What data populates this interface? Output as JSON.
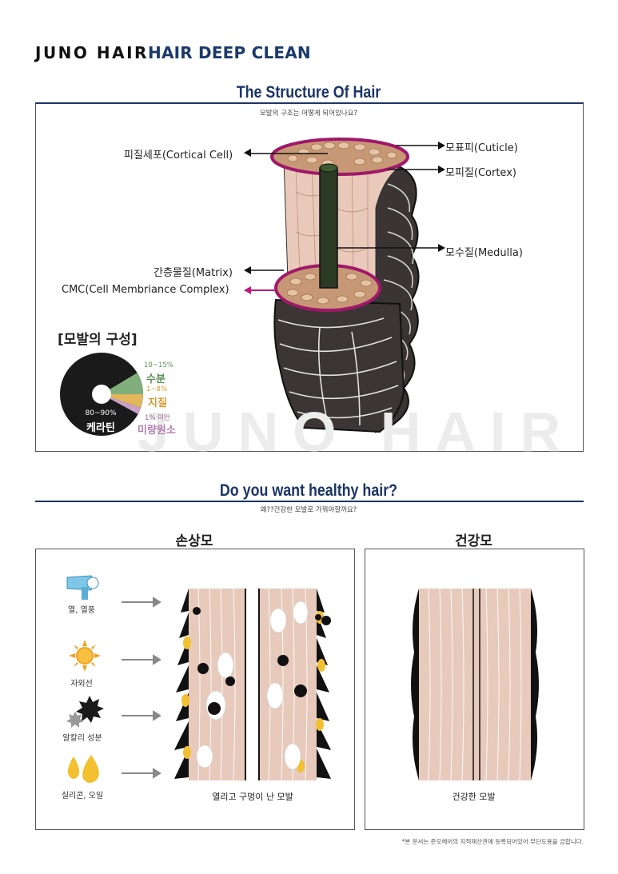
{
  "header": {
    "brand": "JUNO HAIR",
    "subtitle": "HAIR DEEP CLEAN"
  },
  "structure": {
    "title": "The Structure Of Hair",
    "subtitle": "모발의 구조는 어떻게 되어있나요?",
    "labels": {
      "cortical_cell": "피질세포(Cortical Cell)",
      "cuticle": "모표피(Cuticle)",
      "cortex": "모피질(Cortex)",
      "medulla": "모수질(Medulla)",
      "matrix": "간층물질(Matrix)",
      "cmc": "CMC(Cell Membriance Complex)"
    },
    "composition": {
      "title": "[모발의 구성]",
      "keratin_pct": "80~90%",
      "keratin": "케라틴",
      "water_pct": "10~15%",
      "water": "수분",
      "lipid_pct": "1~8%",
      "lipid": "지질",
      "trace_pct": "1% 미만",
      "trace": "미량원소"
    },
    "watermark": "JUNO HAIR"
  },
  "healthy": {
    "title": "Do you want healthy hair?",
    "subtitle": "왜??건강한 모발로 가꿔야할까요?",
    "damaged": {
      "title": "손상모",
      "causes": [
        "열, 열풍",
        "자외선",
        "알칼리 성분",
        "실리콘, 오일"
      ],
      "caption": "열리고 구멍이 난 모발"
    },
    "normal": {
      "title": "건강모",
      "caption": "건강한 모발"
    },
    "footnote": "*본 문서는 준오헤어의 지적재산권에 등록되어있어 무단도용을 금합니다."
  },
  "colors": {
    "navy": "#1b3565",
    "hair_fill": "#e8c8b8",
    "cuticle_edge": "#a0186a",
    "keratin": "#1a1a1a",
    "water": "#7fae7a",
    "lipid": "#e2b65a",
    "trace": "#c9a0c9"
  }
}
